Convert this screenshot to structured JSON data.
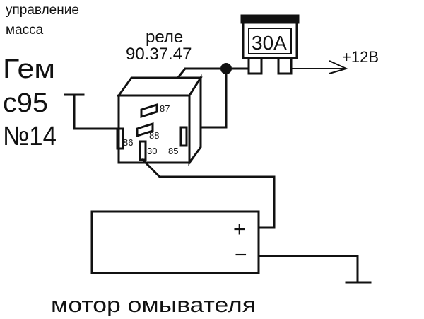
{
  "labels": {
    "control_line1": "управление",
    "control_line2": "масса",
    "relay_title": "реле",
    "relay_model": "90.37.47",
    "fuse_rating": "30A",
    "supply": "+12B",
    "source_line1": "Гем",
    "source_line2": "c95",
    "source_line3": "№14",
    "motor": "мотор омывателя"
  },
  "relay_pins": {
    "pin_87": "87",
    "pin_88": "88",
    "pin_86": "86",
    "pin_30": "30",
    "pin_85": "85"
  },
  "motor_terminals": {
    "positive": "+",
    "negative": "−"
  },
  "colors": {
    "ink": "#111111",
    "background": "#ffffff"
  }
}
